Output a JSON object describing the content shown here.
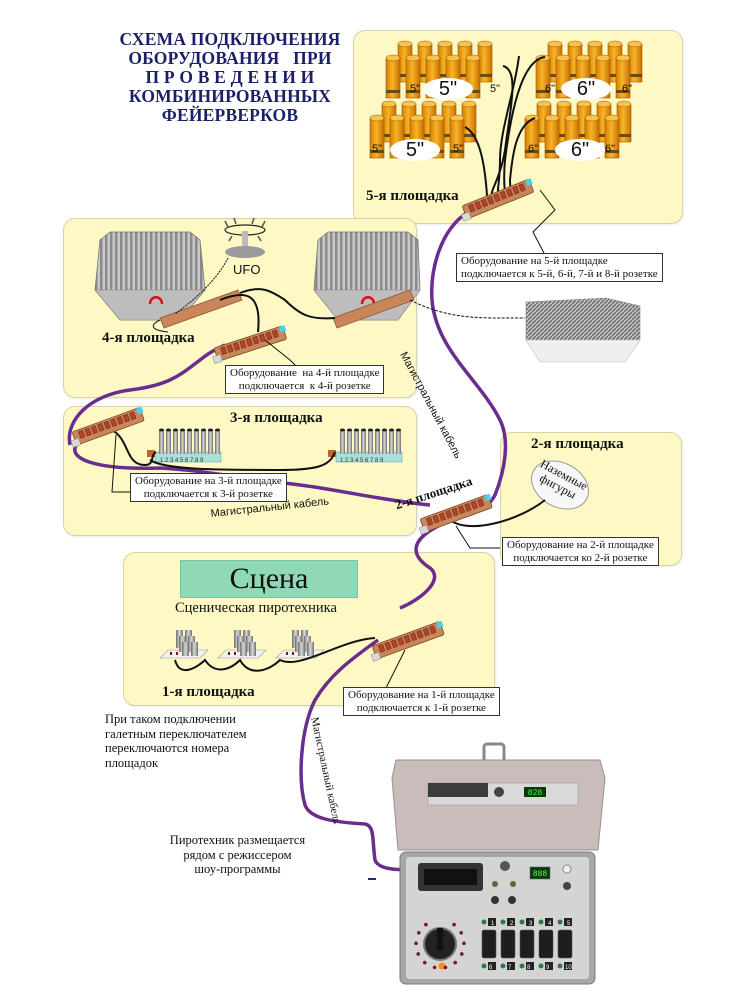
{
  "title": {
    "lines": [
      "СХЕМА ПОДКЛЮЧЕНИЯ",
      "ОБОРУДОВАНИЯ   ПРИ",
      "П Р О В Е Д Е Н И И",
      "КОМБИНИРОВАННЫХ",
      "ФЕЙЕРВЕРКОВ"
    ]
  },
  "colors": {
    "panel_bg": "#fdf8c4",
    "title_text": "#1a1f66",
    "main_cable": "#6a2c8e",
    "shell_orange": "#f2a31b",
    "scene_box": "#8fd9b6"
  },
  "sites": {
    "site5": {
      "label": "5-я площадка",
      "shell_labels": [
        "5\"",
        "5\"",
        "6\"",
        "6\""
      ],
      "small_labels": [
        "5\"",
        "5\"",
        "5\"",
        "5\"",
        "6\"",
        "6\"",
        "6\"",
        "6\""
      ],
      "callout": [
        "Оборудование на 5-й площадке",
        "подключается к 5-й, 6-й, 7-й и 8-й розетке"
      ]
    },
    "site4": {
      "label": "4-я площадка",
      "ufo_label": "UFO",
      "callout": [
        "Оборудование  на 4-й площадке",
        "подключается  к 4-й розетке"
      ]
    },
    "site3": {
      "label": "3-я площадка",
      "rack_numbers": "1 2 3 4 5 6 7 8 9",
      "callout": [
        "Оборудование на 3-й площадке",
        "подключается к 3-й розетке"
      ]
    },
    "site2": {
      "label": "2-я площадка",
      "module_label": "2-я площадка",
      "ground_figures": [
        "Наземные",
        "фигуры"
      ],
      "callout": [
        "Оборудование на 2-й площадке",
        "подключается ко 2-й розетке"
      ]
    },
    "site1": {
      "label": "1-я площадка",
      "scene": "Сцена",
      "stage_pyro": "Сценическая пиротехника",
      "callout": [
        "Оборудование на 1-й площадке",
        "подключается к 1-й розетке"
      ]
    }
  },
  "cable_labels": {
    "upper": "Магистральный кабель",
    "middle": "Магистральный кабель",
    "lower": "Магистральный кабель"
  },
  "notes": {
    "switch_note": [
      "При таком подключении",
      "галетным переключателем",
      "переключаются номера",
      "площадок"
    ],
    "operator_note": [
      "Пиротехник размещается",
      "рядом с режиссером",
      "шоу-программы"
    ]
  },
  "control_unit": {
    "channel_numbers_top": [
      "1",
      "2",
      "3",
      "4",
      "5"
    ],
    "channel_numbers_bottom": [
      "6",
      "7",
      "8",
      "9",
      "10"
    ],
    "display_lid": "828",
    "display_panel": "888"
  }
}
